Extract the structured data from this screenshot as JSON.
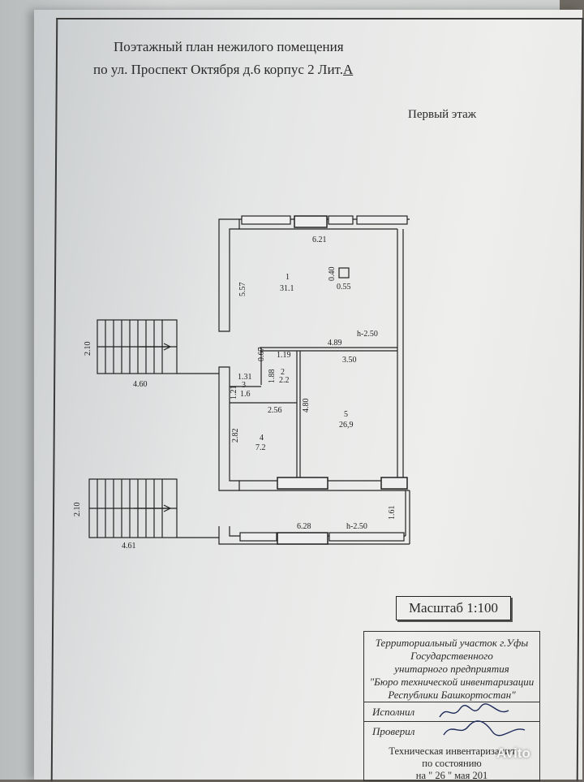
{
  "title": {
    "line1": "Поэтажный план  нежилого помещения",
    "line2": "по ул. Проспект Октября д.6 корпус 2 Лит.",
    "letter": "А"
  },
  "floor_label": "Первый этаж",
  "scale": "Масштаб 1:100",
  "plan": {
    "room1": {
      "number": "1",
      "area": "31.1"
    },
    "room2": {
      "number": "2",
      "area": "2.2"
    },
    "room3": {
      "number": "3",
      "area": "1.6"
    },
    "room4": {
      "number": "4",
      "area": "7.2"
    },
    "room5": {
      "number": "5",
      "area": "26,9"
    },
    "dims": {
      "top_width": "6.21",
      "left_height": "5.57",
      "column_w": "0.40",
      "column_d": "0.55",
      "h_upper": "h-2.50",
      "mid_width": "4.89",
      "small_a": "0.67",
      "small_b": "1.19",
      "room2_h": "1.88",
      "room5_w": "3.50",
      "room3_w": "1.31",
      "room3_h": "1.21",
      "room4_w": "2.56",
      "room5_h": "4.80",
      "room4_h": "2.82",
      "stair1_h": "2.10",
      "stair1_w": "4.60",
      "stair2_h": "2.10",
      "stair2_w": "4.61",
      "bottom_width": "6.28",
      "h_lower": "h-2.50",
      "lower_h": "1.61"
    }
  },
  "stamp": {
    "org_lines": [
      "Территориальный участок г.Уфы",
      "Государственного",
      "унитарного предприятия",
      "\"Бюро технической инвентаризации",
      "Республики Башкортостан\""
    ],
    "executor": "Исполнил",
    "checker": "Проверил",
    "inv_line1": "Техническая инвентаризация",
    "inv_line2": "по состоянию",
    "inv_line3": "на \" 26 \"  мая 201"
  },
  "watermark": "Avito"
}
